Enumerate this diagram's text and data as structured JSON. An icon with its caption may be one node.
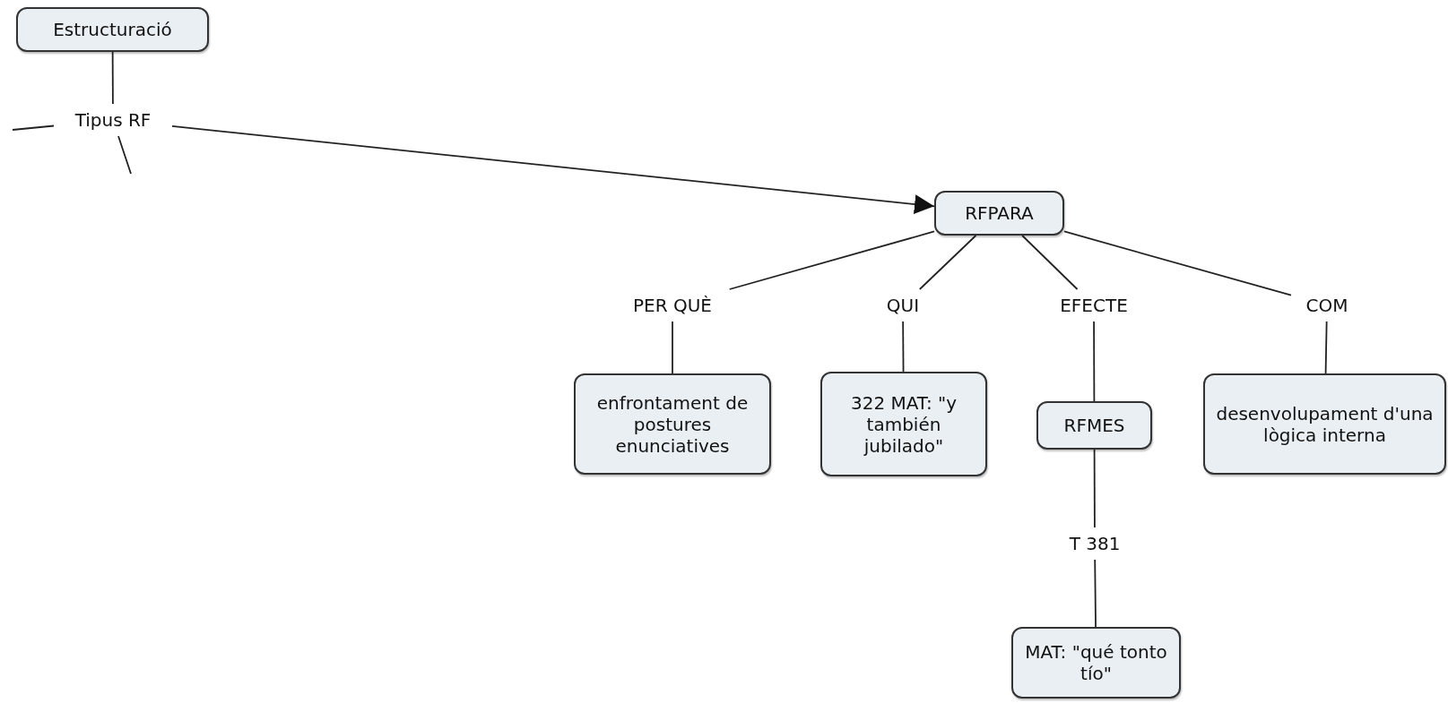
{
  "diagram": {
    "nodes": [
      {
        "text": [
          "Estructuració"
        ]
      },
      {
        "text": [
          "Tipus RF"
        ]
      },
      {
        "text": [
          "RFPARA"
        ]
      },
      {
        "text": [
          "PER QUÈ"
        ]
      },
      {
        "text": [
          "QUI"
        ]
      },
      {
        "text": [
          "EFECTE"
        ]
      },
      {
        "text": [
          "COM"
        ]
      },
      {
        "text": [
          "enfrontament de postures enunciatives"
        ]
      },
      {
        "text": [
          "322 MAT: \"y también jubilado\""
        ]
      },
      {
        "text": [
          "RFMES"
        ]
      },
      {
        "text": [
          "desenvolupament d'una lògica interna"
        ]
      },
      {
        "text": [
          "T 381"
        ]
      },
      {
        "text": [
          "MAT: \"qué tonto tío\""
        ]
      }
    ],
    "edges": [
      {
        "from": 0,
        "to": 1,
        "arrow": "none"
      },
      {
        "from": 1,
        "to": null,
        "arrow": "none"
      },
      {
        "from": 1,
        "to": null,
        "arrow": "none"
      },
      {
        "from": 1,
        "to": 2,
        "arrow": "to"
      },
      {
        "from": 2,
        "to": 3,
        "arrow": "none"
      },
      {
        "from": 2,
        "to": 4,
        "arrow": "none"
      },
      {
        "from": 2,
        "to": 5,
        "arrow": "none"
      },
      {
        "from": 2,
        "to": 6,
        "arrow": "none"
      },
      {
        "from": 3,
        "to": 7,
        "arrow": "none"
      },
      {
        "from": 4,
        "to": 8,
        "arrow": "none"
      },
      {
        "from": 5,
        "to": 9,
        "arrow": "none"
      },
      {
        "from": 6,
        "to": 10,
        "arrow": "none"
      },
      {
        "from": 9,
        "to": 11,
        "arrow": "none"
      },
      {
        "from": 11,
        "to": 12,
        "arrow": "none"
      }
    ]
  }
}
